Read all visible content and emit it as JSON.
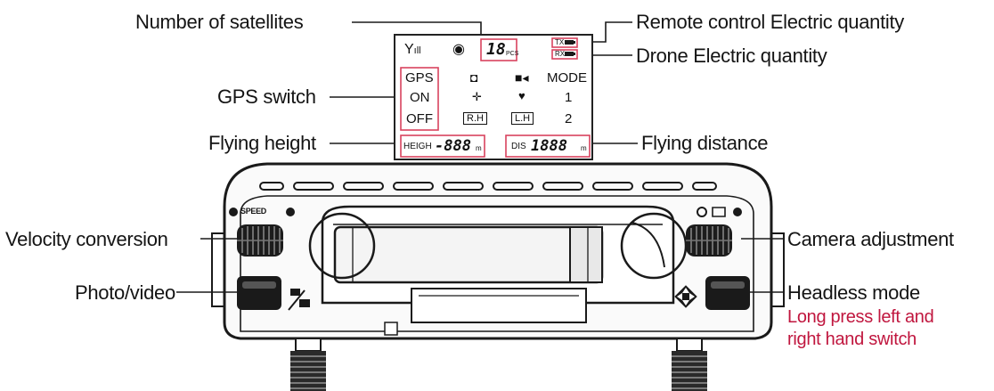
{
  "callouts": {
    "number_of_satellites": "Number of satellites",
    "remote_control_electric_quantity": "Remote control Electric quantity",
    "drone_electric_quantity": "Drone Electric quantity",
    "gps_switch": "GPS switch",
    "flying_height": "Flying height",
    "flying_distance": "Flying distance",
    "velocity_conversion": "Velocity conversion",
    "camera_adjustment": "Camera adjustment",
    "photo_video": "Photo/video",
    "headless_mode": "Headless mode",
    "headless_note_line1": "Long press left and",
    "headless_note_line2": "right hand switch"
  },
  "lcd": {
    "satellite_count": "18",
    "satellite_unit": "PCS",
    "tx_label": "TX",
    "rx_label": "RX",
    "gps_label": "GPS",
    "gps_on": "ON",
    "gps_off": "OFF",
    "mode_label": "MODE",
    "mode_1": "1",
    "mode_2": "2",
    "rh_label": "R.H",
    "lh_label": "L.H",
    "height_label": "HEIGH",
    "height_value": "-888",
    "height_unit": "m",
    "dis_label": "DIS",
    "dis_value": "1888",
    "dis_unit": "m"
  },
  "controller": {
    "speed_label": "SPEED"
  },
  "colors": {
    "callout_red_box": "#d9435e",
    "note_text": "#c0163e",
    "ink": "#111111"
  }
}
